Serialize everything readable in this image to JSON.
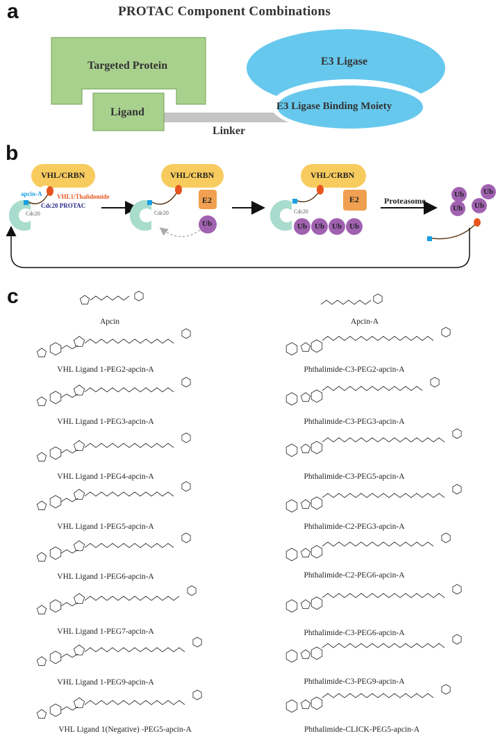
{
  "panel_a": {
    "letter": "a",
    "title": "PROTAC Component Combinations",
    "targeted_protein": "Targeted Protein",
    "ligand": "Ligand",
    "linker": "Linker",
    "e3_ligase": "E3 Ligase",
    "e3_binding_moiety": "E3 Ligase Binding Moiety"
  },
  "panel_b": {
    "letter": "b",
    "vhl_crbn": "VHL/CRBN",
    "apcin_a": "apcin-A",
    "vhl_thalidomide": "VHL1/Thalidomide",
    "cdc20": "Cdc20",
    "cdc20_protac": "Cdc20 PROTAC",
    "e2": "E2",
    "ub": "Ub",
    "proteasome": "Proteasome"
  },
  "panel_c": {
    "letter": "c",
    "top": [
      "Apcin",
      "Apcin-A"
    ],
    "left": [
      "VHL Ligand 1-PEG2-apcin-A",
      "VHL Ligand 1-PEG3-apcin-A",
      "VHL Ligand 1-PEG4-apcin-A",
      "VHL Ligand 1-PEG5-apcin-A",
      "VHL Ligand 1-PEG6-apcin-A",
      "VHL Ligand 1-PEG7-apcin-A",
      "VHL Ligand 1-PEG9-apcin-A",
      "VHL Ligand 1(Negative) -PEG5-apcin-A"
    ],
    "right": [
      "Phthalimide-C3-PEG2-apcin-A",
      "Phthalimide-C3-PEG3-apcin-A",
      "Phthalimide-C3-PEG5-apcin-A",
      "Phthalimide-C2-PEG3-apcin-A",
      "Phthalimide-C2-PEG6-apcin-A",
      "Phthalimide-C3-PEG6-apcin-A",
      "Phthalimide-C3-PEG9-apcin-A",
      "Phthalimide-CLICK-PEG5-apcin-A"
    ]
  },
  "colors": {
    "protein_green": "#a9d18e",
    "green_border": "#6f9f52",
    "e3_blue": "#67c8ee",
    "vhl_yellow": "#f7cb5e",
    "e2_orange": "#f0a050",
    "ub_purple": "#a062b0",
    "cdc20_teal": "#a8dccd",
    "apcin_blue": "#1aa0e0",
    "ligand_red": "#e8541e",
    "protac_navy": "#2a2a8a"
  }
}
